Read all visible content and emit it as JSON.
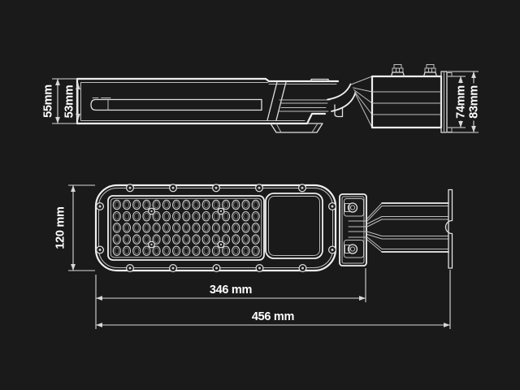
{
  "page": {
    "background": "#1a1a1a",
    "line_color": "#efefef",
    "dim_line_color": "#d8d8d8",
    "text_color": "#ffffff"
  },
  "drawing": {
    "product": "LED street light dimensional drawing, side elevation and bottom plan views",
    "side_view": {
      "dims": {
        "outer_height": "55mm",
        "inner_height": "53mm",
        "box_inner_height": "74mm",
        "box_outer_height": "83mm"
      },
      "gland_count": 2
    },
    "plan_view": {
      "dims": {
        "width": "120 mm",
        "body_length": "346 mm",
        "total_length": "456 mm"
      },
      "led": {
        "rows": 5,
        "cols": 15,
        "total": 75
      },
      "screws": {
        "border": 14,
        "panel": 4,
        "bracket_bolts": 2
      }
    }
  }
}
